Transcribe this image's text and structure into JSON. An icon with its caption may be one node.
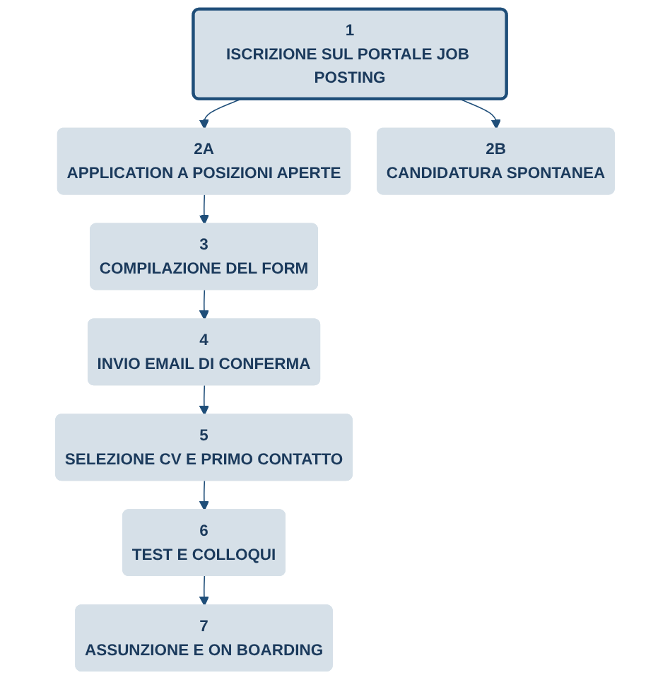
{
  "diagram": {
    "nodes": [
      {
        "text": [
          "1",
          "ISCRIZIONE SUL PORTALE JOB POSTING"
        ]
      },
      {
        "text": [
          "2A",
          "APPLICATION A POSIZIONI APERTE"
        ]
      },
      {
        "text": [
          "2B",
          "CANDIDATURA SPONTANEA"
        ]
      },
      {
        "text": [
          "3",
          "COMPILAZIONE DEL FORM"
        ]
      },
      {
        "text": [
          "4",
          "INVIO EMAIL DI CONFERMA"
        ]
      },
      {
        "text": [
          "5",
          "SELEZIONE CV E PRIMO CONTATTO"
        ]
      },
      {
        "text": [
          "6",
          "TEST E COLLOQUI"
        ]
      },
      {
        "text": [
          "7",
          "ASSUNZIONE E ON BOARDING"
        ]
      }
    ],
    "edges": [
      {
        "from": 0,
        "to": 1,
        "arrow": "to"
      },
      {
        "from": 0,
        "to": 2,
        "arrow": "to"
      },
      {
        "from": 1,
        "to": 3,
        "arrow": "to"
      },
      {
        "from": 3,
        "to": 4,
        "arrow": "to"
      },
      {
        "from": 4,
        "to": 5,
        "arrow": "to"
      },
      {
        "from": 5,
        "to": 6,
        "arrow": "to"
      },
      {
        "from": 6,
        "to": 7,
        "arrow": "to"
      }
    ]
  }
}
